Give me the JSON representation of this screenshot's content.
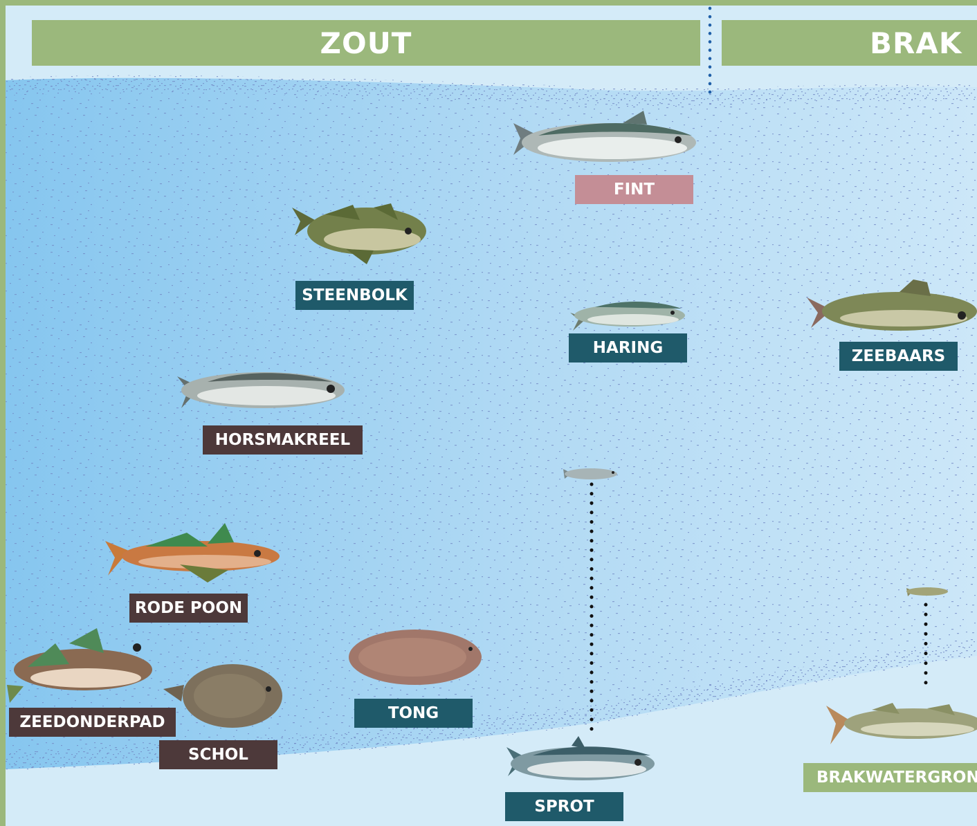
{
  "colors": {
    "frame_green": "#9bb87c",
    "water_deep": "#8ecbf0",
    "water_light": "#d4ebf8",
    "speckle": "#7388c4",
    "label_teal": "#1f5a6a",
    "label_brown": "#4d393a",
    "label_pink": "#c48e96",
    "label_green": "#9bb87c",
    "boundary_dots": "#1f5fa8",
    "depth_dots": "#111111"
  },
  "zones": {
    "zout": "ZOUT",
    "brak": "BRAK"
  },
  "species": {
    "fint": {
      "label": "FINT",
      "color": "pink"
    },
    "steenbolk": {
      "label": "STEENBOLK",
      "color": "teal"
    },
    "haring": {
      "label": "HARING",
      "color": "teal"
    },
    "zeebaars": {
      "label": "ZEEBAARS",
      "color": "teal"
    },
    "horsmakreel": {
      "label": "HORSMAKREEL",
      "color": "brown"
    },
    "rode_poon": {
      "label": "RODE POON",
      "color": "brown"
    },
    "zeedonderpad": {
      "label": "ZEEDONDERPAD",
      "color": "brown"
    },
    "schol": {
      "label": "SCHOL",
      "color": "brown"
    },
    "tong": {
      "label": "TONG",
      "color": "teal"
    },
    "sprot": {
      "label": "SPROT",
      "color": "teal"
    },
    "brakwatergrondel": {
      "label": "BRAKWATERGROND",
      "color": "green"
    }
  }
}
